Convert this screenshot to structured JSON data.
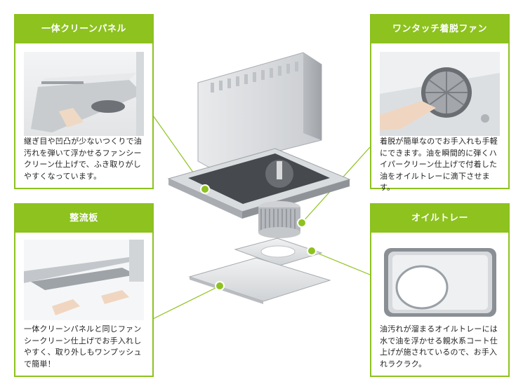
{
  "accent_color": "#8dc21f",
  "cards": {
    "clean_panel": {
      "title": "一体クリーンパネル",
      "text": "継ぎ目や凹凸が少ないつくりで油汚れを弾いて浮かせるファンシークリーン仕上げで、ふき取りがしやすくなっています。",
      "icon": "clean-panel-photo"
    },
    "fan": {
      "title": "ワンタッチ着脱ファン",
      "text": "着脱が簡単なのでお手入れも手軽にできます。油を瞬間的に弾くハイパークリーン仕上げで付着した油をオイルトレーに滴下させます。",
      "icon": "fan-photo"
    },
    "baffle": {
      "title": "整流板",
      "text": "一体クリーンパネルと同じファンシークリーン仕上げでお手入れしやすく、取り外しもワンプッシュで簡単！",
      "icon": "baffle-photo"
    },
    "oil_tray": {
      "title": "オイルトレー",
      "text": "油汚れが溜まるオイルトレーには水で油を浮かせる親水系コート仕上げが施されているので、お手入れラクラク。",
      "icon": "oil-tray-photo"
    }
  },
  "center_illustration": "range-hood-exploded-view"
}
